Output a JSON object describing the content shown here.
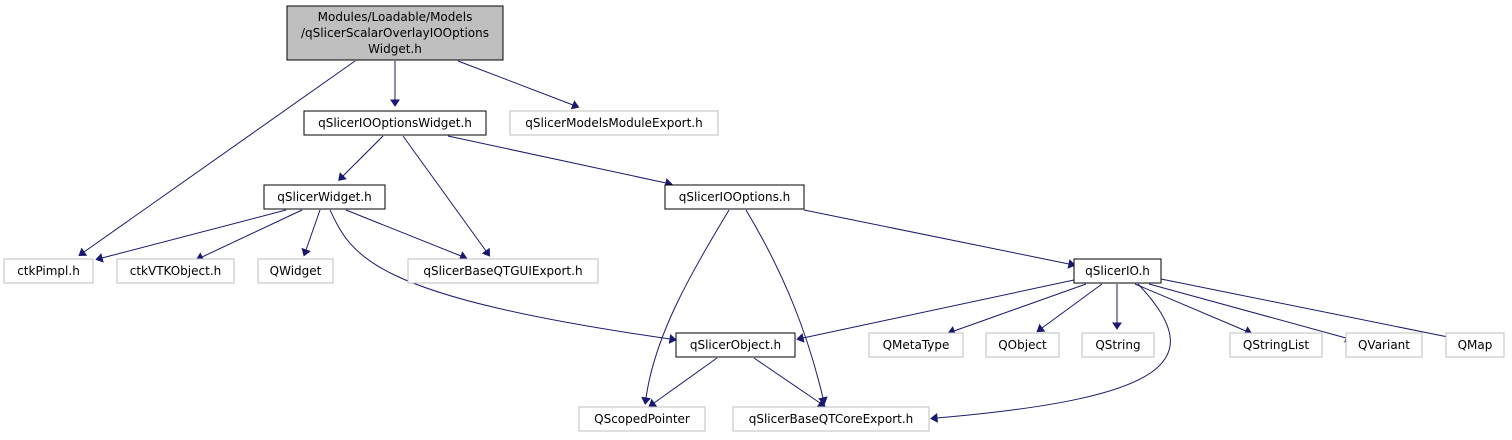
{
  "diagram": {
    "colors": {
      "edge": "#191970",
      "root_fill": "#bfbfbf",
      "root_border": "#000000",
      "documented_border": "#000000",
      "external_border": "#bfbfbf",
      "external_text": "#4d4d4d",
      "node_fill": "#ffffff"
    },
    "nodes": [
      {
        "id": "root",
        "kind": "root",
        "lines": [
          "Modules/Loadable/Models",
          "/qSlicerScalarOverlayIOOptions",
          "Widget.h"
        ]
      },
      {
        "id": "ioOptionsWidget",
        "kind": "documented",
        "lines": [
          "qSlicerIOOptionsWidget.h"
        ]
      },
      {
        "id": "modelsModuleExport",
        "kind": "external",
        "lines": [
          "qSlicerModelsModuleExport.h"
        ]
      },
      {
        "id": "widget",
        "kind": "documented",
        "lines": [
          "qSlicerWidget.h"
        ]
      },
      {
        "id": "ioOptions",
        "kind": "documented",
        "lines": [
          "qSlicerIOOptions.h"
        ]
      },
      {
        "id": "ctkPimpl",
        "kind": "external",
        "lines": [
          "ctkPimpl.h"
        ]
      },
      {
        "id": "ctkVTKObject",
        "kind": "external",
        "lines": [
          "ctkVTKObject.h"
        ]
      },
      {
        "id": "QWidget",
        "kind": "external",
        "lines": [
          "QWidget"
        ]
      },
      {
        "id": "baseQTGUIExport",
        "kind": "external",
        "lines": [
          "qSlicerBaseQTGUIExport.h"
        ]
      },
      {
        "id": "io",
        "kind": "documented",
        "lines": [
          "qSlicerIO.h"
        ]
      },
      {
        "id": "object",
        "kind": "documented",
        "lines": [
          "qSlicerObject.h"
        ]
      },
      {
        "id": "QMetaType",
        "kind": "external",
        "lines": [
          "QMetaType"
        ]
      },
      {
        "id": "QObject",
        "kind": "external",
        "lines": [
          "QObject"
        ]
      },
      {
        "id": "QString",
        "kind": "external",
        "lines": [
          "QString"
        ]
      },
      {
        "id": "QStringList",
        "kind": "external",
        "lines": [
          "QStringList"
        ]
      },
      {
        "id": "QVariant",
        "kind": "external",
        "lines": [
          "QVariant"
        ]
      },
      {
        "id": "QMap",
        "kind": "external",
        "lines": [
          "QMap"
        ]
      },
      {
        "id": "QScopedPointer",
        "kind": "external",
        "lines": [
          "QScopedPointer"
        ]
      },
      {
        "id": "baseQTCoreExport",
        "kind": "external",
        "lines": [
          "qSlicerBaseQTCoreExport.h"
        ]
      }
    ],
    "edges": [
      {
        "from": "root",
        "to": "ioOptionsWidget"
      },
      {
        "from": "root",
        "to": "modelsModuleExport"
      },
      {
        "from": "root",
        "to": "ctkPimpl"
      },
      {
        "from": "ioOptionsWidget",
        "to": "widget"
      },
      {
        "from": "ioOptionsWidget",
        "to": "baseQTGUIExport"
      },
      {
        "from": "ioOptionsWidget",
        "to": "ioOptions"
      },
      {
        "from": "widget",
        "to": "ctkPimpl"
      },
      {
        "from": "widget",
        "to": "ctkVTKObject"
      },
      {
        "from": "widget",
        "to": "QWidget"
      },
      {
        "from": "widget",
        "to": "baseQTGUIExport"
      },
      {
        "from": "widget",
        "to": "object"
      },
      {
        "from": "ioOptions",
        "to": "io"
      },
      {
        "from": "ioOptions",
        "to": "QScopedPointer"
      },
      {
        "from": "ioOptions",
        "to": "baseQTCoreExport"
      },
      {
        "from": "io",
        "to": "object"
      },
      {
        "from": "io",
        "to": "QMetaType"
      },
      {
        "from": "io",
        "to": "QObject"
      },
      {
        "from": "io",
        "to": "QString"
      },
      {
        "from": "io",
        "to": "QStringList"
      },
      {
        "from": "io",
        "to": "QVariant"
      },
      {
        "from": "io",
        "to": "QMap"
      },
      {
        "from": "io",
        "to": "baseQTCoreExport"
      },
      {
        "from": "object",
        "to": "QScopedPointer"
      },
      {
        "from": "object",
        "to": "baseQTCoreExport"
      }
    ]
  }
}
